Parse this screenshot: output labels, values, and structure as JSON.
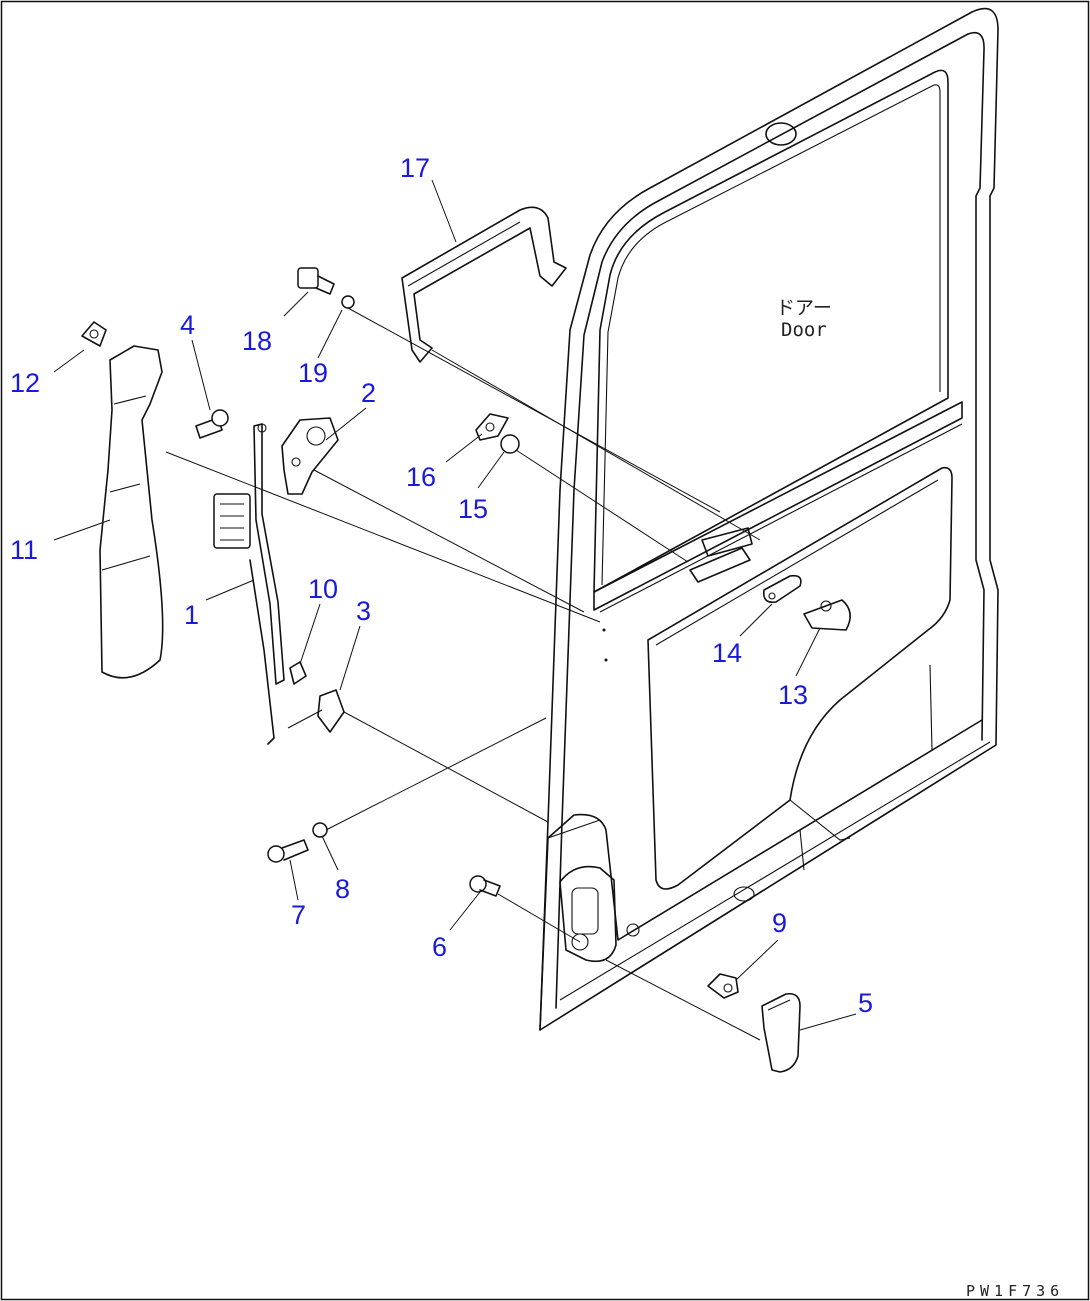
{
  "drawing": {
    "door_label_jp": "ドアー",
    "door_label_en": "Door",
    "drawing_code": "PW1F736"
  },
  "callouts": [
    {
      "id": "1",
      "label": "1"
    },
    {
      "id": "2",
      "label": "2"
    },
    {
      "id": "3",
      "label": "3"
    },
    {
      "id": "4",
      "label": "4"
    },
    {
      "id": "5",
      "label": "5"
    },
    {
      "id": "6",
      "label": "6"
    },
    {
      "id": "7",
      "label": "7"
    },
    {
      "id": "8",
      "label": "8"
    },
    {
      "id": "9",
      "label": "9"
    },
    {
      "id": "10",
      "label": "10"
    },
    {
      "id": "11",
      "label": "11"
    },
    {
      "id": "12",
      "label": "12"
    },
    {
      "id": "13",
      "label": "13"
    },
    {
      "id": "14",
      "label": "14"
    },
    {
      "id": "15",
      "label": "15"
    },
    {
      "id": "16",
      "label": "16"
    },
    {
      "id": "17",
      "label": "17"
    },
    {
      "id": "18",
      "label": "18"
    },
    {
      "id": "19",
      "label": "19"
    }
  ],
  "colors": {
    "callout": "#1a1adc",
    "linework": "#111111",
    "background": "#ffffff"
  }
}
